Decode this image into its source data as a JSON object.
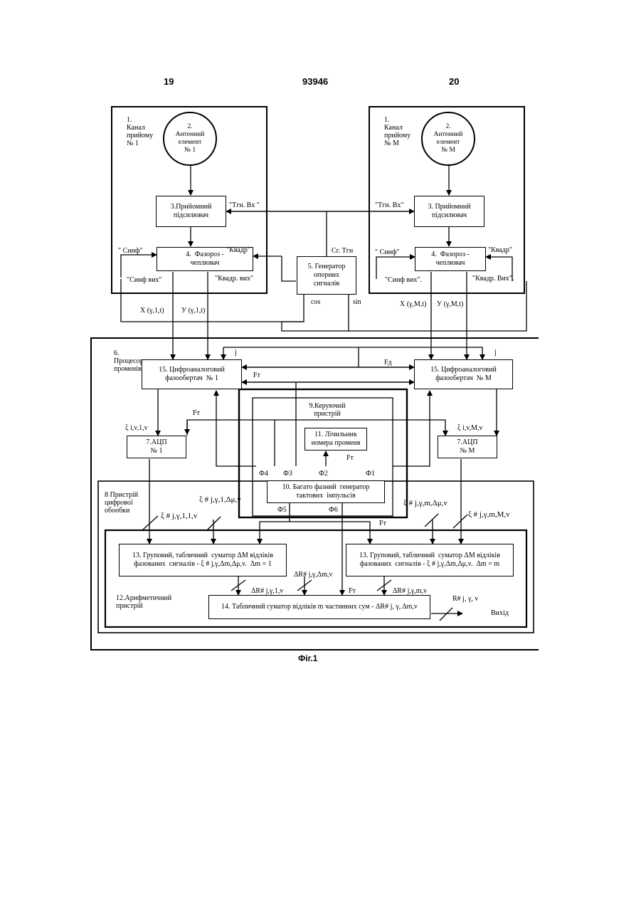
{
  "header": {
    "left_page": "19",
    "patent_number": "93946",
    "right_page": "20"
  },
  "channel1": {
    "label": "1.\nКанал\nприйому\n№ 1",
    "antenna": "2.\nАнтенний\nелемент\n№ 1",
    "amplifier": "3.Прийомний\nпідсилювач",
    "phase_splitter": "4.  Фазороз -\nчеплювач",
    "tgn_in": "\"Tгн. Bx \"",
    "sin_in": "\" Синф\"",
    "quad_in": "\"Квадр\"",
    "sin_out": "\"Синф вих\"",
    "quad_out": "\"Квадр. вих\""
  },
  "channelM": {
    "label": "1.\nКанал\nприйому\n№ М",
    "antenna": "2.\nАнтенний\nелемент\n№ М",
    "amplifier": "3. Прийомний\nпідсилювач",
    "phase_splitter": "4.  Фазороз -\nчеплювач",
    "tgn_in": "\"Tгн. Bx\"",
    "sin_in": "\" Синф\"",
    "quad_in": "\"Квадр\"",
    "sin_out": "\"Синф вих\".",
    "quad_out": "\"Квадр. Вих\"."
  },
  "generator": {
    "label": "5. Генератор\nопорних\nсигналів",
    "sg_tgn": "Сг. Тгн",
    "cos": "cos",
    "sin": "sin"
  },
  "signals": {
    "x1": "X (γ,1,t)",
    "y1": "У (γ,1,t)",
    "xM": "X (γ,M,t)",
    "yM": "У (γ,M,t)",
    "j_left": "j",
    "j_right": "j",
    "fd": "Fд",
    "ft_top": "Fт",
    "ft_left": "Fт",
    "ft_counter": "Fт",
    "ft_adders": "Fт",
    "ft_bottom": "Fт",
    "xi_left": "ξ i,v,1,v",
    "xi_right": "ξ i,v,M,v",
    "xi_hash_1": "ξ # j,γ,1,1,v",
    "xi_hash_dmu_1": "ξ # j,γ,1,Δμ,v",
    "xi_hash_dmu_m": "ξ # j,γ,m,Δμ,v",
    "xi_hash_M": "ξ # j,γ,m,M,v",
    "dr_1": "ΔR# j,γ,1,v",
    "dr_dm": "ΔR# j,γ,Δm,v",
    "dr_m": "ΔR# j,γ,m,v",
    "r_out": "R# j, γ, v",
    "output": "Вихід",
    "f1": "Ф1",
    "f2": "Ф2",
    "f3": "Ф3",
    "f4": "Ф4",
    "f5": "Ф5",
    "f6": "Ф6"
  },
  "processor": {
    "label": "6.\nПроцесор\nпроменів",
    "dac1": "15. Цифроаналоговий\nфазообертач  № 1",
    "dacM": "15. Цифроаналоговий\nфазообертач  № М",
    "control": "9.Керуючий\nпристрій",
    "counter": "11. Лічильник\nномера променя",
    "clockgen": "10. Багато фазний  генератор\nтактових  імпульсів",
    "adc1": "7.АЦП\n№ 1",
    "adcM": "7.АЦП\n№ М"
  },
  "digital": {
    "label": "8 Пристрій\nцифрової\nобообки",
    "arith": "12.Арифметичний\nпристрій",
    "adder_left": "13. Груповий, табличний  суматор ΔМ відліків\nфазованих  сигналів - ξ # j,γ,Δm,Δμ,v.  Δm = 1",
    "adder_right": "13. Груповий, табличний  суматор ΔМ відліків\nфазованих  сигналів - ξ # j,γ,Δm,Δμ,v.  Δm = m",
    "adder_total": "14. Табличний  суматор відліків m частинних сум - ΔR# j, γ, Δm,v"
  },
  "caption": "Фіг.1"
}
